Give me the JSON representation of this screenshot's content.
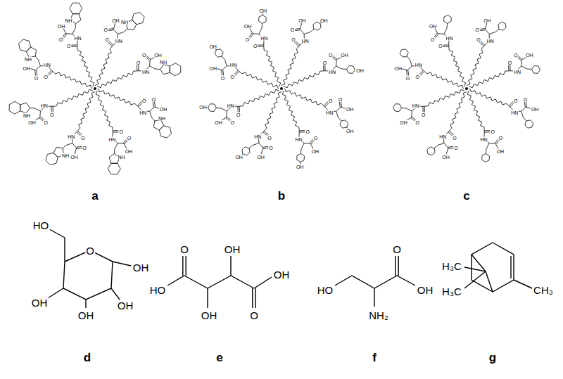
{
  "diagram": {
    "labels": [
      "O",
      "HN",
      "O",
      "OH",
      "NH",
      "O",
      "HN",
      "O",
      "OH",
      "NH",
      "O",
      "HN",
      "O",
      "OH",
      "NH",
      "O",
      "HN",
      "O",
      "OH",
      "NH",
      "O",
      "HN",
      "O",
      "OH",
      "NH",
      "O",
      "HN",
      "O",
      "OH",
      "NH",
      "O",
      "HN",
      "O",
      "OH",
      "NH",
      "O",
      "HN",
      "O",
      "OH",
      "NH",
      "a",
      "O",
      "HN",
      "O",
      "OH",
      "OH",
      "O",
      "HN",
      "O",
      "OH",
      "OH",
      "O",
      "HN",
      "O",
      "OH",
      "OH",
      "O",
      "HN",
      "O",
      "OH",
      "OH",
      "O",
      "HN",
      "O",
      "OH",
      "OH",
      "O",
      "HN",
      "O",
      "OH",
      "OH",
      "O",
      "HN",
      "O",
      "OH",
      "OH",
      "O",
      "HN",
      "O",
      "OH",
      "OH",
      "b",
      "O",
      "HN",
      "O",
      "OH",
      "O",
      "HN",
      "O",
      "OH",
      "O",
      "HN",
      "O",
      "OH",
      "O",
      "HN",
      "O",
      "OH",
      "O",
      "HN",
      "O",
      "OH",
      "O",
      "HN",
      "O",
      "OH",
      "O",
      "HN",
      "O",
      "OH",
      "O",
      "HN",
      "O",
      "OH",
      "c",
      "HO",
      "O",
      "OH",
      "OH",
      "OH",
      "OH",
      "d",
      "O",
      "OH",
      "HO",
      "OH",
      "OH",
      "O",
      "e",
      "O",
      "HO",
      "OH",
      "NH₂",
      "f",
      "H₃C",
      "H₃C",
      "CH₃",
      "g"
    ]
  }
}
